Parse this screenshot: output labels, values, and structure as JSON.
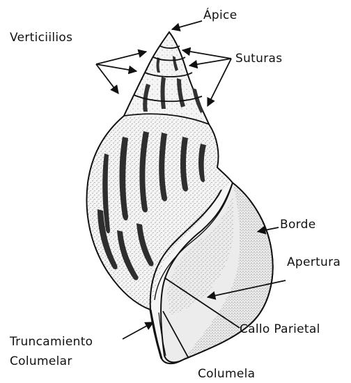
{
  "labels": {
    "apice": "Ápice",
    "verticilios": "Verticiilios",
    "suturas": "Suturas",
    "borde": "Borde",
    "apertura": "Apertura",
    "callo_parietal": "Callo Parietal",
    "truncamiento": "Truncamiento",
    "columelar": "Columelar",
    "columela": "Columela"
  },
  "colors": {
    "ink": "#111111",
    "shell_fill": "#f4f4f4",
    "aperture_fill": "#e6e6e6",
    "streak": "#3a3a3a"
  }
}
